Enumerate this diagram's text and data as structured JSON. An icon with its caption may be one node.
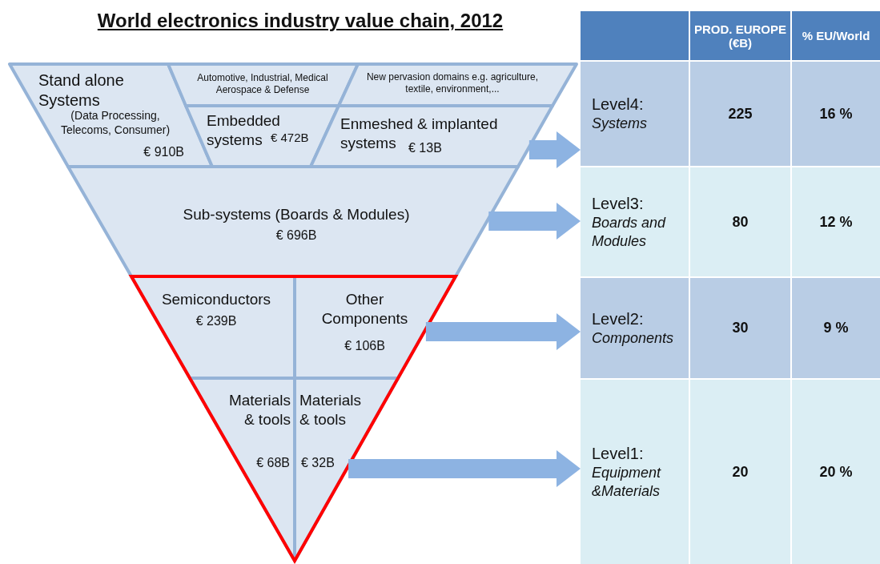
{
  "diagram": {
    "title": "World electronics industry value chain, 2012",
    "nodes": [
      {
        "text": [
          "Stand alone Systems",
          "(Data Processing, Telecoms, Consumer)",
          "€ 910B"
        ]
      },
      {
        "text": [
          "Automotive, Industrial, Medical Aerospace & Defense"
        ]
      },
      {
        "text": [
          "Embedded systems",
          "€ 472B"
        ]
      },
      {
        "text": [
          "New pervasion domains e.g. agriculture, textile, environment,..."
        ]
      },
      {
        "text": [
          "Enmeshed & implanted systems",
          "€ 13B"
        ]
      },
      {
        "text": [
          "Sub-systems (Boards & Modules)",
          "€ 696B"
        ]
      },
      {
        "text": [
          "Semiconductors",
          "€ 239B"
        ]
      },
      {
        "text": [
          "Other Components",
          "€ 106B"
        ]
      },
      {
        "text": [
          "Materials & tools",
          "€ 68B"
        ]
      },
      {
        "text": [
          "Materials & tools",
          "€ 32B"
        ]
      },
      {
        "text": [
          "Level4:",
          "Systems",
          "225",
          "16 %"
        ]
      },
      {
        "text": [
          "Level3:",
          "Boards and Modules",
          "80",
          "12 %"
        ]
      },
      {
        "text": [
          "Level2:",
          "Components",
          "30",
          "9 %"
        ]
      },
      {
        "text": [
          "Level1:",
          "Equipment &Materials",
          "20",
          "20 %"
        ]
      }
    ],
    "edges": [
      {
        "from": 4,
        "to": 10,
        "arrow": "to"
      },
      {
        "from": 5,
        "to": 11,
        "arrow": "to"
      },
      {
        "from": 7,
        "to": 12,
        "arrow": "to"
      },
      {
        "from": 9,
        "to": 13,
        "arrow": "to"
      }
    ],
    "labels": [
      "PROD. EUROPE (€B)",
      "% EU/World"
    ]
  }
}
